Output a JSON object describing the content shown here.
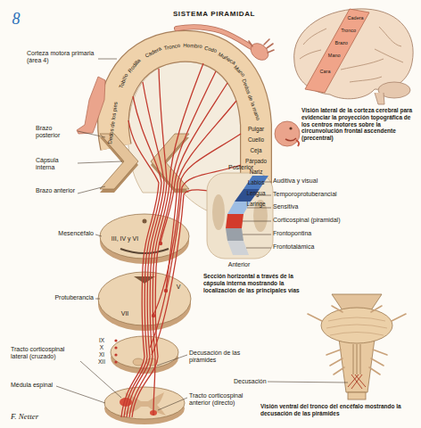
{
  "diagram": {
    "title": "SISTEMA PIRAMIDAL",
    "labels": [
      "8",
      "Corteza motora primaria (área 4)",
      "Dedos de los pies",
      "Tobillo",
      "Rodilla",
      "Cadera",
      "Tronco",
      "Hombro",
      "Codo",
      "Muñeca",
      "Mano",
      "Dedos de la mano",
      "Pulgar",
      "Cuello",
      "Ceja",
      "Párpado",
      "Nariz",
      "Labios",
      "Lengua",
      "Laringe",
      "Cadera",
      "Tronco",
      "Brazo",
      "Mano",
      "Cara",
      "Visión lateral de la corteza cerebral para evidenciar la proyección topográfica de los centros motores sobre la circunvolución frontal ascendente (precentral)",
      "Brazo posterior",
      "Cápsula interna",
      "Brazo anterior",
      "Mesencéfalo",
      "III, IV y VI",
      "Protuberancia",
      "V",
      "VII",
      "IX",
      "X",
      "XI",
      "XII",
      "Decusación de las pirámides",
      "Tracto corticospinal lateral (cruzado)",
      "Médula espinal",
      "Tracto corticospinal anterior (directo)",
      "Posterior",
      "Auditiva y visual",
      "Temporoprotuberancial",
      "Sensitiva",
      "Corticospinal (piramidal)",
      "Frontopontina",
      "Frontotalámica",
      "Anterior",
      "Sección horizontal a través de la cápsula interna mostrando la localización de las principales vías",
      "Decusación",
      "Visión ventral del tronco del encéfalo mostrando la decusación de las pirámides",
      "F. Netter"
    ]
  }
}
